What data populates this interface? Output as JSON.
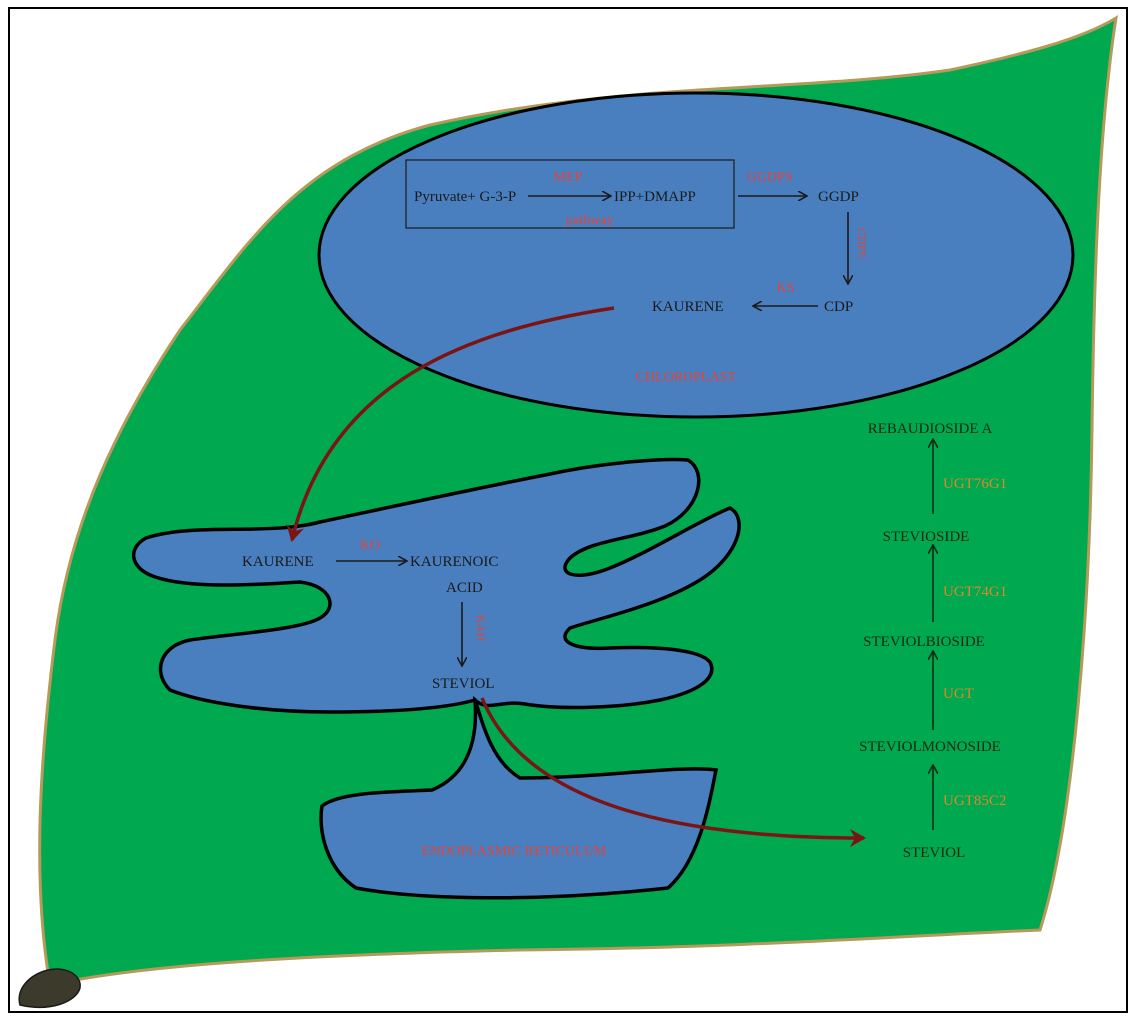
{
  "colors": {
    "leaf": "#00a84f",
    "leaf_edge": "#b59a5a",
    "organelle": "#4a7fbf",
    "transport_arrow": "#7a1515",
    "enzyme_red": "#e0443a",
    "enzyme_orange": "#d98a2b",
    "stem": "#3c3a2a"
  },
  "chloroplast": {
    "compartment_label": "CHLOROPLAST",
    "pyruvate": "Pyruvate+ G-3-P",
    "mep": "MEP",
    "pathway": "pathway",
    "ipp": "IPP+DMAPP",
    "ggdps": "GGDPS",
    "ggdp": "GGDP",
    "cdps": "CDPS",
    "cdp": "CDP",
    "ks": "KS",
    "kaurene": "KAURENE"
  },
  "er": {
    "compartment_label": "ENDOPLASMIC RETICULUM",
    "kaurene": "KAURENE",
    "ko": "KO",
    "kaurenoic": "KAURENOIC",
    "acid": "ACID",
    "kah": "KAH",
    "steviol": "STEVIOL"
  },
  "cytosol": {
    "reb_a": "REBAUDIOSIDE A",
    "ugt76g1_top": "UGT76G1",
    "stevioside": "STEVIOSIDE",
    "ugt74g1": "UGT74G1",
    "steviolbioside": "STEVIOLBIOSIDE",
    "ugt": "UGT",
    "steviolmonoside": "STEVIOLMONOSIDE",
    "ugt85c2": "UGT85C2",
    "steviol": "STEVIOL"
  }
}
